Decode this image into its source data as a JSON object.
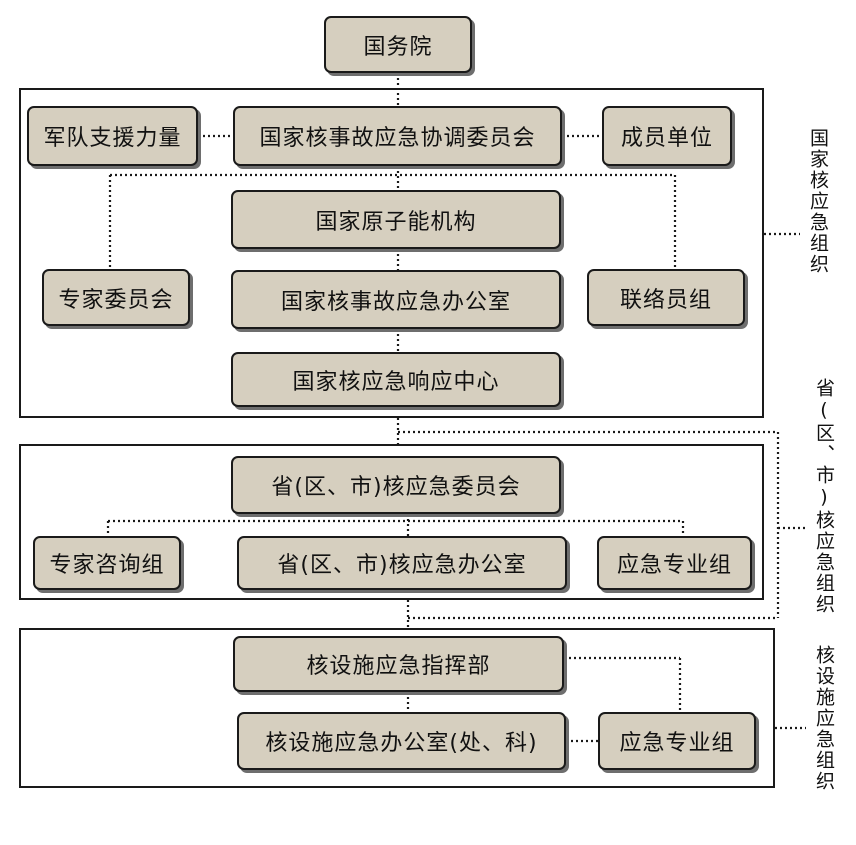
{
  "diagram": {
    "nodes": {
      "state_council": "国务院",
      "military": "军队支援力量",
      "coordination_committee": "国家核事故应急协调委员会",
      "member_units": "成员单位",
      "atomic_energy_agency": "国家原子能机构",
      "expert_committee": "专家委员会",
      "national_office": "国家核事故应急办公室",
      "liaison_group": "联络员组",
      "response_center": "国家核应急响应中心",
      "provincial_committee": "省(区、市)核应急委员会",
      "provincial_expert_group": "专家咨询组",
      "provincial_office": "省(区、市)核应急办公室",
      "provincial_specialty_group": "应急专业组",
      "facility_command": "核设施应急指挥部",
      "facility_office": "核设施应急办公室(处、科)",
      "facility_specialty_group": "应急专业组"
    },
    "section_labels": {
      "national": "国家核应急组织",
      "provincial": "省(区、市)核应急组织",
      "facility": "核设施应急组织"
    },
    "colors": {
      "node_fill": "#d6cfbf",
      "border": "#1a1a1a",
      "shadow": "#6e6e6e"
    }
  }
}
